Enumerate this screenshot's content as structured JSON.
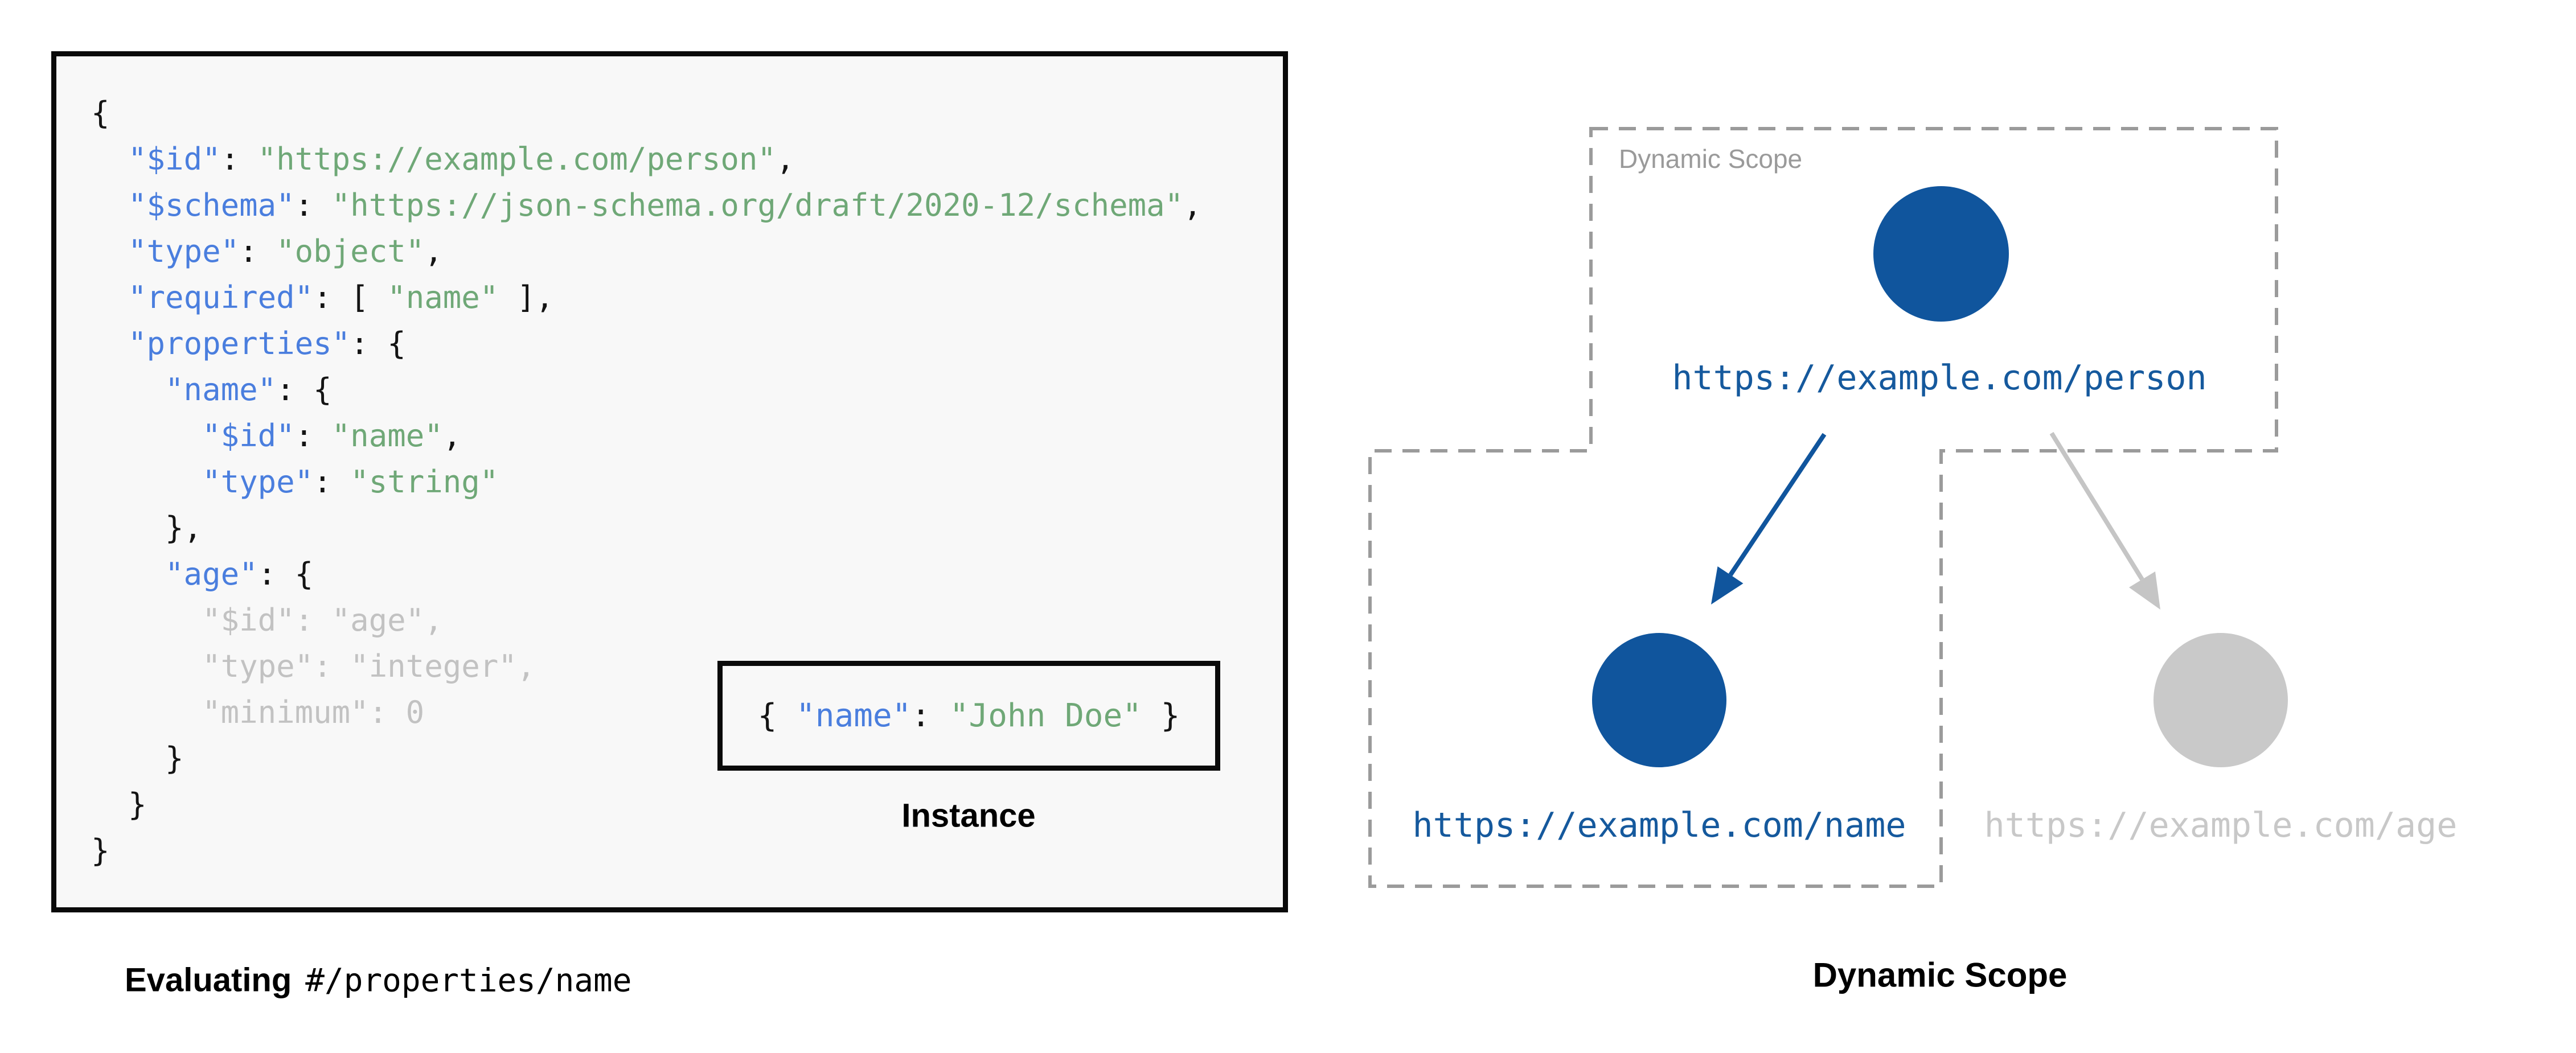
{
  "colors": {
    "key_blue": "#4a7ede",
    "string_green": "#6fa877",
    "punct_black": "#141414",
    "dim_gray": "#c2c2c2",
    "node_blue": "#10559d",
    "node_gray": "#c9c9c9",
    "url_blue": "#15599d",
    "url_gray": "#c8c8c8",
    "dash_gray": "#9b9b9b",
    "scope_label_gray": "#9a9a9a",
    "panel_bg": "#f8f8f8"
  },
  "schema_panel": {
    "code_lines": [
      [
        [
          "p",
          "{"
        ]
      ],
      [
        [
          "p",
          "  "
        ],
        [
          "k",
          "\"$id\""
        ],
        [
          "p",
          ": "
        ],
        [
          "s",
          "\"https://example.com/person\""
        ],
        [
          "p",
          ","
        ]
      ],
      [
        [
          "p",
          "  "
        ],
        [
          "k",
          "\"$schema\""
        ],
        [
          "p",
          ": "
        ],
        [
          "s",
          "\"https://json-schema.org/draft/2020-12/schema\""
        ],
        [
          "p",
          ","
        ]
      ],
      [
        [
          "p",
          "  "
        ],
        [
          "k",
          "\"type\""
        ],
        [
          "p",
          ": "
        ],
        [
          "s",
          "\"object\""
        ],
        [
          "p",
          ","
        ]
      ],
      [
        [
          "p",
          "  "
        ],
        [
          "k",
          "\"required\""
        ],
        [
          "p",
          ": [ "
        ],
        [
          "s",
          "\"name\""
        ],
        [
          "p",
          " ],"
        ]
      ],
      [
        [
          "p",
          "  "
        ],
        [
          "k",
          "\"properties\""
        ],
        [
          "p",
          ": {"
        ]
      ],
      [
        [
          "p",
          "    "
        ],
        [
          "k",
          "\"name\""
        ],
        [
          "p",
          ": {"
        ]
      ],
      [
        [
          "p",
          "      "
        ],
        [
          "k",
          "\"$id\""
        ],
        [
          "p",
          ": "
        ],
        [
          "s",
          "\"name\""
        ],
        [
          "p",
          ","
        ]
      ],
      [
        [
          "p",
          "      "
        ],
        [
          "k",
          "\"type\""
        ],
        [
          "p",
          ": "
        ],
        [
          "s",
          "\"string\""
        ]
      ],
      [
        [
          "p",
          "    },"
        ]
      ],
      [
        [
          "p",
          "    "
        ],
        [
          "k",
          "\"age\""
        ],
        [
          "p",
          ": {"
        ]
      ],
      [
        [
          "d",
          "      \"$id\": \"age\","
        ]
      ],
      [
        [
          "d",
          "      \"type\": \"integer\","
        ]
      ],
      [
        [
          "d",
          "      \"minimum\": 0"
        ]
      ],
      [
        [
          "p",
          "    }"
        ]
      ],
      [
        [
          "p",
          "  }"
        ]
      ],
      [
        [
          "p",
          "}"
        ]
      ]
    ],
    "instance": {
      "tokens": [
        [
          "p",
          "{ "
        ],
        [
          "k",
          "\"name\""
        ],
        [
          "p",
          ": "
        ],
        [
          "s",
          "\"John Doe\""
        ],
        [
          "p",
          " }"
        ]
      ],
      "caption": "Instance"
    },
    "caption_bold": "Evaluating",
    "caption_mono": "#/properties/name"
  },
  "diagram": {
    "scope_box_label": "Dynamic Scope",
    "caption": "Dynamic Scope",
    "nodes": [
      {
        "id": "person",
        "url": "https://example.com/person",
        "state": "active"
      },
      {
        "id": "name",
        "url": "https://example.com/name",
        "state": "active"
      },
      {
        "id": "age",
        "url": "https://example.com/age",
        "state": "inactive"
      }
    ]
  }
}
